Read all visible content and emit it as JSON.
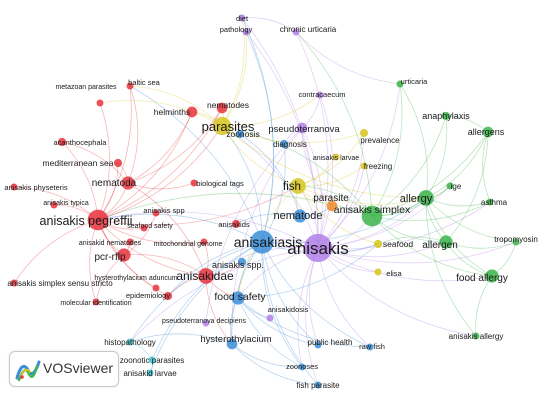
{
  "app": {
    "name": "VOSviewer",
    "view": "network visualization"
  },
  "palette": {
    "red": "#e8333c",
    "green": "#3cb44b",
    "blue": "#3b8ed8",
    "yellow": "#d6c51e",
    "purple": "#b07fe6",
    "cyan": "#3fc2cf",
    "orange": "#ef8a2e"
  },
  "network": {
    "nodes": [
      {
        "id": "anisakis",
        "label": "anisakis",
        "cluster": "purple",
        "weight": 10
      },
      {
        "id": "anisakiasis",
        "label": "anisakiasis",
        "cluster": "blue",
        "weight": 8
      },
      {
        "id": "anisakis_simplex",
        "label": "anisakis simplex",
        "cluster": "green",
        "weight": 7
      },
      {
        "id": "anisakis_pegreffii",
        "label": "anisakis pegreffii",
        "cluster": "red",
        "weight": 7
      },
      {
        "id": "parasites",
        "label": "parasites",
        "cluster": "yellow",
        "weight": 6
      },
      {
        "id": "anisakidae",
        "label": "anisakidae",
        "cluster": "red",
        "weight": 5
      },
      {
        "id": "fish",
        "label": "fish",
        "cluster": "yellow",
        "weight": 5
      },
      {
        "id": "nematode",
        "label": "nematode",
        "cluster": "blue",
        "weight": 4
      },
      {
        "id": "allergy",
        "label": "allergy",
        "cluster": "green",
        "weight": 5
      },
      {
        "id": "allergen",
        "label": "allergen",
        "cluster": "green",
        "weight": 4
      },
      {
        "id": "food_allergy",
        "label": "food allergy",
        "cluster": "green",
        "weight": 4
      },
      {
        "id": "food_safety",
        "label": "food safety",
        "cluster": "blue",
        "weight": 4
      },
      {
        "id": "pcr_rflp",
        "label": "pcr-rflp",
        "cluster": "red",
        "weight": 4
      },
      {
        "id": "nematoda",
        "label": "nematoda",
        "cluster": "red",
        "weight": 4
      },
      {
        "id": "nematodes",
        "label": "nematodes",
        "cluster": "red",
        "weight": 3
      },
      {
        "id": "helminths",
        "label": "helminths",
        "cluster": "red",
        "weight": 3
      },
      {
        "id": "parasite",
        "label": "parasite",
        "cluster": "orange",
        "weight": 3
      },
      {
        "id": "hysterothylacium",
        "label": "hysterothylacium",
        "cluster": "blue",
        "weight": 3
      },
      {
        "id": "allergens",
        "label": "allergens",
        "cluster": "green",
        "weight": 3
      },
      {
        "id": "anaphylaxis",
        "label": "anaphylaxis",
        "cluster": "green",
        "weight": 2
      },
      {
        "id": "pseudoterranova",
        "label": "pseudoterranova",
        "cluster": "purple",
        "weight": 3
      },
      {
        "id": "seafood",
        "label": "seafood",
        "cluster": "yellow",
        "weight": 2
      },
      {
        "id": "anisakis_spp_dot",
        "label": "anisakis spp.",
        "cluster": "blue",
        "weight": 2
      },
      {
        "id": "anisakids",
        "label": "anisakids",
        "cluster": "red",
        "weight": 2
      },
      {
        "id": "zoonosis",
        "label": "zoonosis",
        "cluster": "blue",
        "weight": 2
      },
      {
        "id": "diagnosis",
        "label": "diagnosis",
        "cluster": "blue",
        "weight": 2
      },
      {
        "id": "mediterranean_sea",
        "label": "mediterranean sea",
        "cluster": "red",
        "weight": 2
      },
      {
        "id": "acanthocephala",
        "label": "acanthocephala",
        "cluster": "red",
        "weight": 2
      },
      {
        "id": "metazoan_parasites",
        "label": "metazoan parasites",
        "cluster": "red",
        "weight": 1.5
      },
      {
        "id": "baltic_sea",
        "label": "baltic sea",
        "cluster": "red",
        "weight": 1.5
      },
      {
        "id": "anisakis_physeteris",
        "label": "anisakis physeteris",
        "cluster": "red",
        "weight": 1.5
      },
      {
        "id": "anisakis_typica",
        "label": "anisakis typica",
        "cluster": "red",
        "weight": 1.5
      },
      {
        "id": "anisakis_spp",
        "label": "anisakis spp",
        "cluster": "red",
        "weight": 1.5
      },
      {
        "id": "seafood_safety",
        "label": "seafood safety",
        "cluster": "red",
        "weight": 1.5
      },
      {
        "id": "anisakid_nematodes",
        "label": "anisakid nematodes",
        "cluster": "red",
        "weight": 1.5
      },
      {
        "id": "mitochondrial_genome",
        "label": "mitochondrial genome",
        "cluster": "red",
        "weight": 1.5
      },
      {
        "id": "hysterothylacium_aduncum",
        "label": "hysterothylacium aduncum",
        "cluster": "red",
        "weight": 1.5
      },
      {
        "id": "epidemiology",
        "label": "epidemiology",
        "cluster": "red",
        "weight": 2
      },
      {
        "id": "molecular_identification",
        "label": "molecular identification",
        "cluster": "red",
        "weight": 1.5
      },
      {
        "id": "pseudoterranova_decipiens",
        "label": "pseudoterranova decipiens",
        "cluster": "purple",
        "weight": 1.5
      },
      {
        "id": "anisakis_simplex_sensu_stricto",
        "label": "anisakis simplex sensu stricto",
        "cluster": "red",
        "weight": 1.5
      },
      {
        "id": "biological_tags",
        "label": "biological tags",
        "cluster": "red",
        "weight": 1.5
      },
      {
        "id": "diet",
        "label": "diet",
        "cluster": "purple",
        "weight": 1.5
      },
      {
        "id": "pathology",
        "label": "pathology",
        "cluster": "purple",
        "weight": 1.5
      },
      {
        "id": "chronic_urticaria",
        "label": "chronic urticaria",
        "cluster": "purple",
        "weight": 1.5
      },
      {
        "id": "contracaecum",
        "label": "contracaecum",
        "cluster": "purple",
        "weight": 1.5
      },
      {
        "id": "urticaria",
        "label": "urticaria",
        "cluster": "green",
        "weight": 1.5
      },
      {
        "id": "prevalence",
        "label": "prevalence",
        "cluster": "yellow",
        "weight": 2
      },
      {
        "id": "anisakis_larvae",
        "label": "anisakis larvae",
        "cluster": "yellow",
        "weight": 1.5
      },
      {
        "id": "freezing",
        "label": "freezing",
        "cluster": "yellow",
        "weight": 1.5
      },
      {
        "id": "ige",
        "label": "ige",
        "cluster": "green",
        "weight": 1.5
      },
      {
        "id": "asthma",
        "label": "asthma",
        "cluster": "green",
        "weight": 1.5
      },
      {
        "id": "tropomyosin",
        "label": "tropomyosin",
        "cluster": "green",
        "weight": 1.5
      },
      {
        "id": "elisa",
        "label": "elisa",
        "cluster": "yellow",
        "weight": 1.5
      },
      {
        "id": "anisakis_allergy",
        "label": "anisakis allergy",
        "cluster": "green",
        "weight": 1.5
      },
      {
        "id": "anisakidosis",
        "label": "anisakidosis",
        "cluster": "purple",
        "weight": 1.5
      },
      {
        "id": "public_health",
        "label": "public health",
        "cluster": "blue",
        "weight": 1.5
      },
      {
        "id": "raw_fish",
        "label": "raw fish",
        "cluster": "blue",
        "weight": 1.5
      },
      {
        "id": "zoonoses",
        "label": "zoonoses",
        "cluster": "blue",
        "weight": 1.5
      },
      {
        "id": "fish_parasite",
        "label": "fish parasite",
        "cluster": "blue",
        "weight": 1.5
      },
      {
        "id": "histopathology",
        "label": "histopathology",
        "cluster": "cyan",
        "weight": 1.5
      },
      {
        "id": "zoonotic_parasites",
        "label": "zoonotic parasites",
        "cluster": "cyan",
        "weight": 1.5
      },
      {
        "id": "anisakid_larvae",
        "label": "anisakid larvae",
        "cluster": "cyan",
        "weight": 1.5
      }
    ]
  }
}
